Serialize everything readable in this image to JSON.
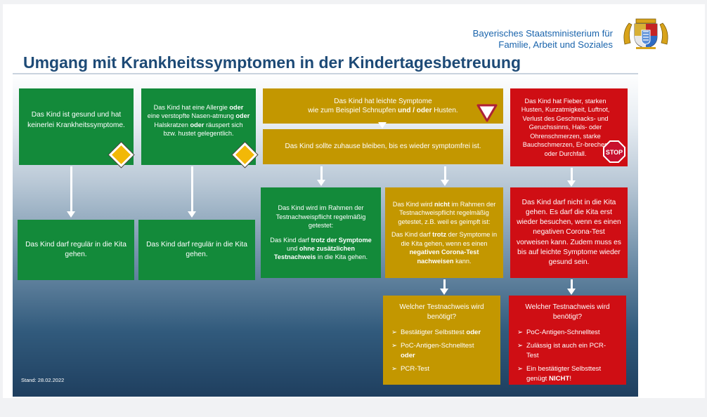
{
  "header": {
    "ministry_line1": "Bayerisches Staatsministerium für",
    "ministry_line2": "Familie, Arbeit und Soziales",
    "title": "Umgang mit Krankheitssymptomen in der Kindertagesbetreuung"
  },
  "boxes": {
    "healthy": "Das Kind ist gesund und hat keinerlei Krankheitssymptome.",
    "allergy": {
      "t1": "Das Kind hat eine Allergie",
      "t2": "oder",
      "t3": " eine verstopfte Nasen-atmung ",
      "t4": "oder",
      "t5": " Halskratzen",
      "t6": "oder",
      "t7": " räuspert sich bzw. hustet gelegentlich."
    },
    "mild": {
      "t1": "Das Kind hat leichte Symptome",
      "t2": "wie zum Beispiel Schnupfen ",
      "t3": "und / oder",
      "t4": " Husten."
    },
    "stay_home": "Das Kind sollte zuhause bleiben, bis es wieder symptomfrei ist.",
    "fever": "Das Kind hat Fieber, starken Husten, Kurzatmigkeit, Luftnot, Verlust des Geschmacks- und Geruchssinns, Hals- oder Ohrenschmerzen, starke Bauchschmerzen, Er-brechen oder Durchfall.",
    "regular_1": "Das Kind darf regulär in die Kita gehen.",
    "regular_2": "Das Kind darf regulär in die Kita gehen.",
    "tested": {
      "t1": "Das Kind wird im Rahmen der Testnachweispflicht regelmäßig getestet:",
      "t2": "Das Kind darf ",
      "t3": "trotz der Symptome",
      "t4": " und ",
      "t5": "ohne zusätzlichen Testnachweis",
      "t6": " in die Kita gehen."
    },
    "not_tested": {
      "t1": "Das Kind wird ",
      "t2": "nicht",
      "t3": " im Rahmen der Testnachweispflicht regelmäßig getestet, z.B. weil es geimpft ist:",
      "t4": "Das Kind darf ",
      "t5": "trotz",
      "t6": " der Symptome in die Kita gehen, wenn es einen ",
      "t7": "negativen Corona-Test nachweisen",
      "t8": " kann."
    },
    "not_allowed": "Das Kind darf nicht in die Kita gehen. Es darf die Kita erst wieder besuchen, wenn es einen negativen Corona-Test vorweisen kann. Zudem muss es bis auf leichte Symptome wieder gesund sein.",
    "test_gold": {
      "question": "Welcher Testnachweis wird benötigt?",
      "i1a": "Bestätigter Selbsttest ",
      "i1b": "oder",
      "i2a": "PoC-Antigen-Schnelltest",
      "i2b": "oder",
      "i3": "PCR-Test"
    },
    "test_red": {
      "question": "Welcher Testnachweis wird benötigt?",
      "i1": "PoC-Antigen-Schnelltest",
      "i2": "Zulässig ist auch ein PCR-Test",
      "i3a": "Ein bestätigter Selbsttest genügt ",
      "i3b": "NICHT",
      "i3c": "!"
    }
  },
  "icons": {
    "bullet": "➢",
    "stop_sign_text": "STOP",
    "yield_sign": "yield-triangle",
    "priority_sign": "priority-road-diamond",
    "coat_of_arms": "bavarian-coat-of-arms"
  },
  "footer": {
    "stand": "Stand: 28.02.2022"
  },
  "colors": {
    "green": "#138a3a",
    "gold": "#c39700",
    "red": "#cf0e14",
    "title_blue": "#1d4a76",
    "ministry_blue": "#1a64ac"
  }
}
